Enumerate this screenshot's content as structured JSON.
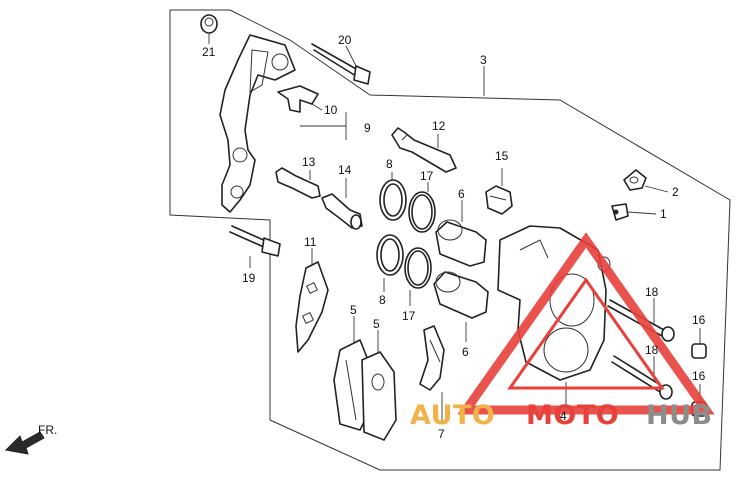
{
  "diagram": {
    "callouts": [
      "21",
      "20",
      "3",
      "10",
      "9",
      "12",
      "13",
      "14",
      "8",
      "17",
      "15",
      "2",
      "1",
      "6",
      "11",
      "19",
      "8",
      "17",
      "6",
      "5",
      "5",
      "18",
      "16",
      "18",
      "16",
      "7",
      "4"
    ],
    "front_marker": "FR."
  },
  "watermark": {
    "part1": "AUTO",
    "part2": "MOTO",
    "part3": "HUB",
    "colors": {
      "auto": "#f2b24a",
      "moto": "#e8403a",
      "hub": "#8c8c8c",
      "triangle": "#e8403a"
    }
  }
}
